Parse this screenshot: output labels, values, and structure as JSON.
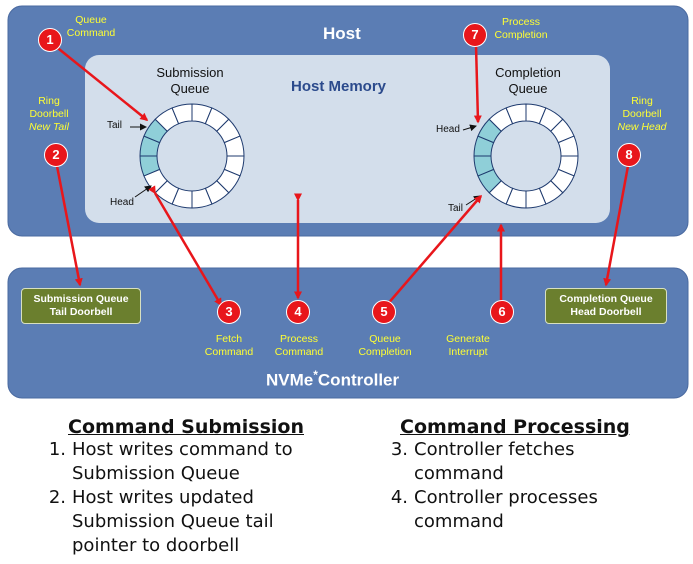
{
  "host": {
    "title": "Host",
    "memory_title": "Host Memory",
    "submission_queue": {
      "title_line1": "Submission",
      "title_line2": "Queue",
      "tail": "Tail",
      "head": "Head"
    },
    "completion_queue": {
      "title_line1": "Completion",
      "title_line2": "Queue",
      "head": "Head",
      "tail": "Tail"
    }
  },
  "controller": {
    "title_prefix": "NVMe",
    "title_mark": "*",
    "title_suffix": "Controller",
    "sq_doorbell": {
      "line1": "Submission Queue",
      "line2": "Tail Doorbell"
    },
    "cq_doorbell": {
      "line1": "Completion Queue",
      "line2": "Head Doorbell"
    }
  },
  "steps": [
    {
      "num": "1",
      "line1": "Queue",
      "line2": "Command"
    },
    {
      "num": "2",
      "line1": "Ring",
      "line2": "Doorbell",
      "line3": "New Tail"
    },
    {
      "num": "3",
      "line1": "Fetch",
      "line2": "Command"
    },
    {
      "num": "4",
      "line1": "Process",
      "line2": "Command"
    },
    {
      "num": "5",
      "line1": "Queue",
      "line2": "Completion"
    },
    {
      "num": "6",
      "line1": "Generate",
      "line2": "Interrupt"
    },
    {
      "num": "7",
      "line1": "Process",
      "line2": "Completion"
    },
    {
      "num": "8",
      "line1": "Ring",
      "line2": "Doorbell",
      "line3": "New Head"
    }
  ],
  "sections": {
    "submission": {
      "title": "Command Submission",
      "items": [
        {
          "num": "1.",
          "line1": "Host writes command to",
          "line2": "Submission Queue"
        },
        {
          "num": "2.",
          "line1": "Host writes updated",
          "line2": "Submission Queue tail",
          "line3": "pointer to doorbell"
        }
      ]
    },
    "processing": {
      "title": "Command Processing",
      "items": [
        {
          "num": "3.",
          "line1": "Controller fetches",
          "line2": "command"
        },
        {
          "num": "4.",
          "line1": "Controller processes",
          "line2": "command"
        }
      ]
    }
  },
  "colors": {
    "panel_blue": "#5b7db4",
    "memory_fill": "#d3deeb",
    "ring_filled": "#8fcfd8",
    "arrow_red": "#e8161b",
    "label_yellow": "#ffff33",
    "doorbell_green": "#6b7f2e"
  }
}
